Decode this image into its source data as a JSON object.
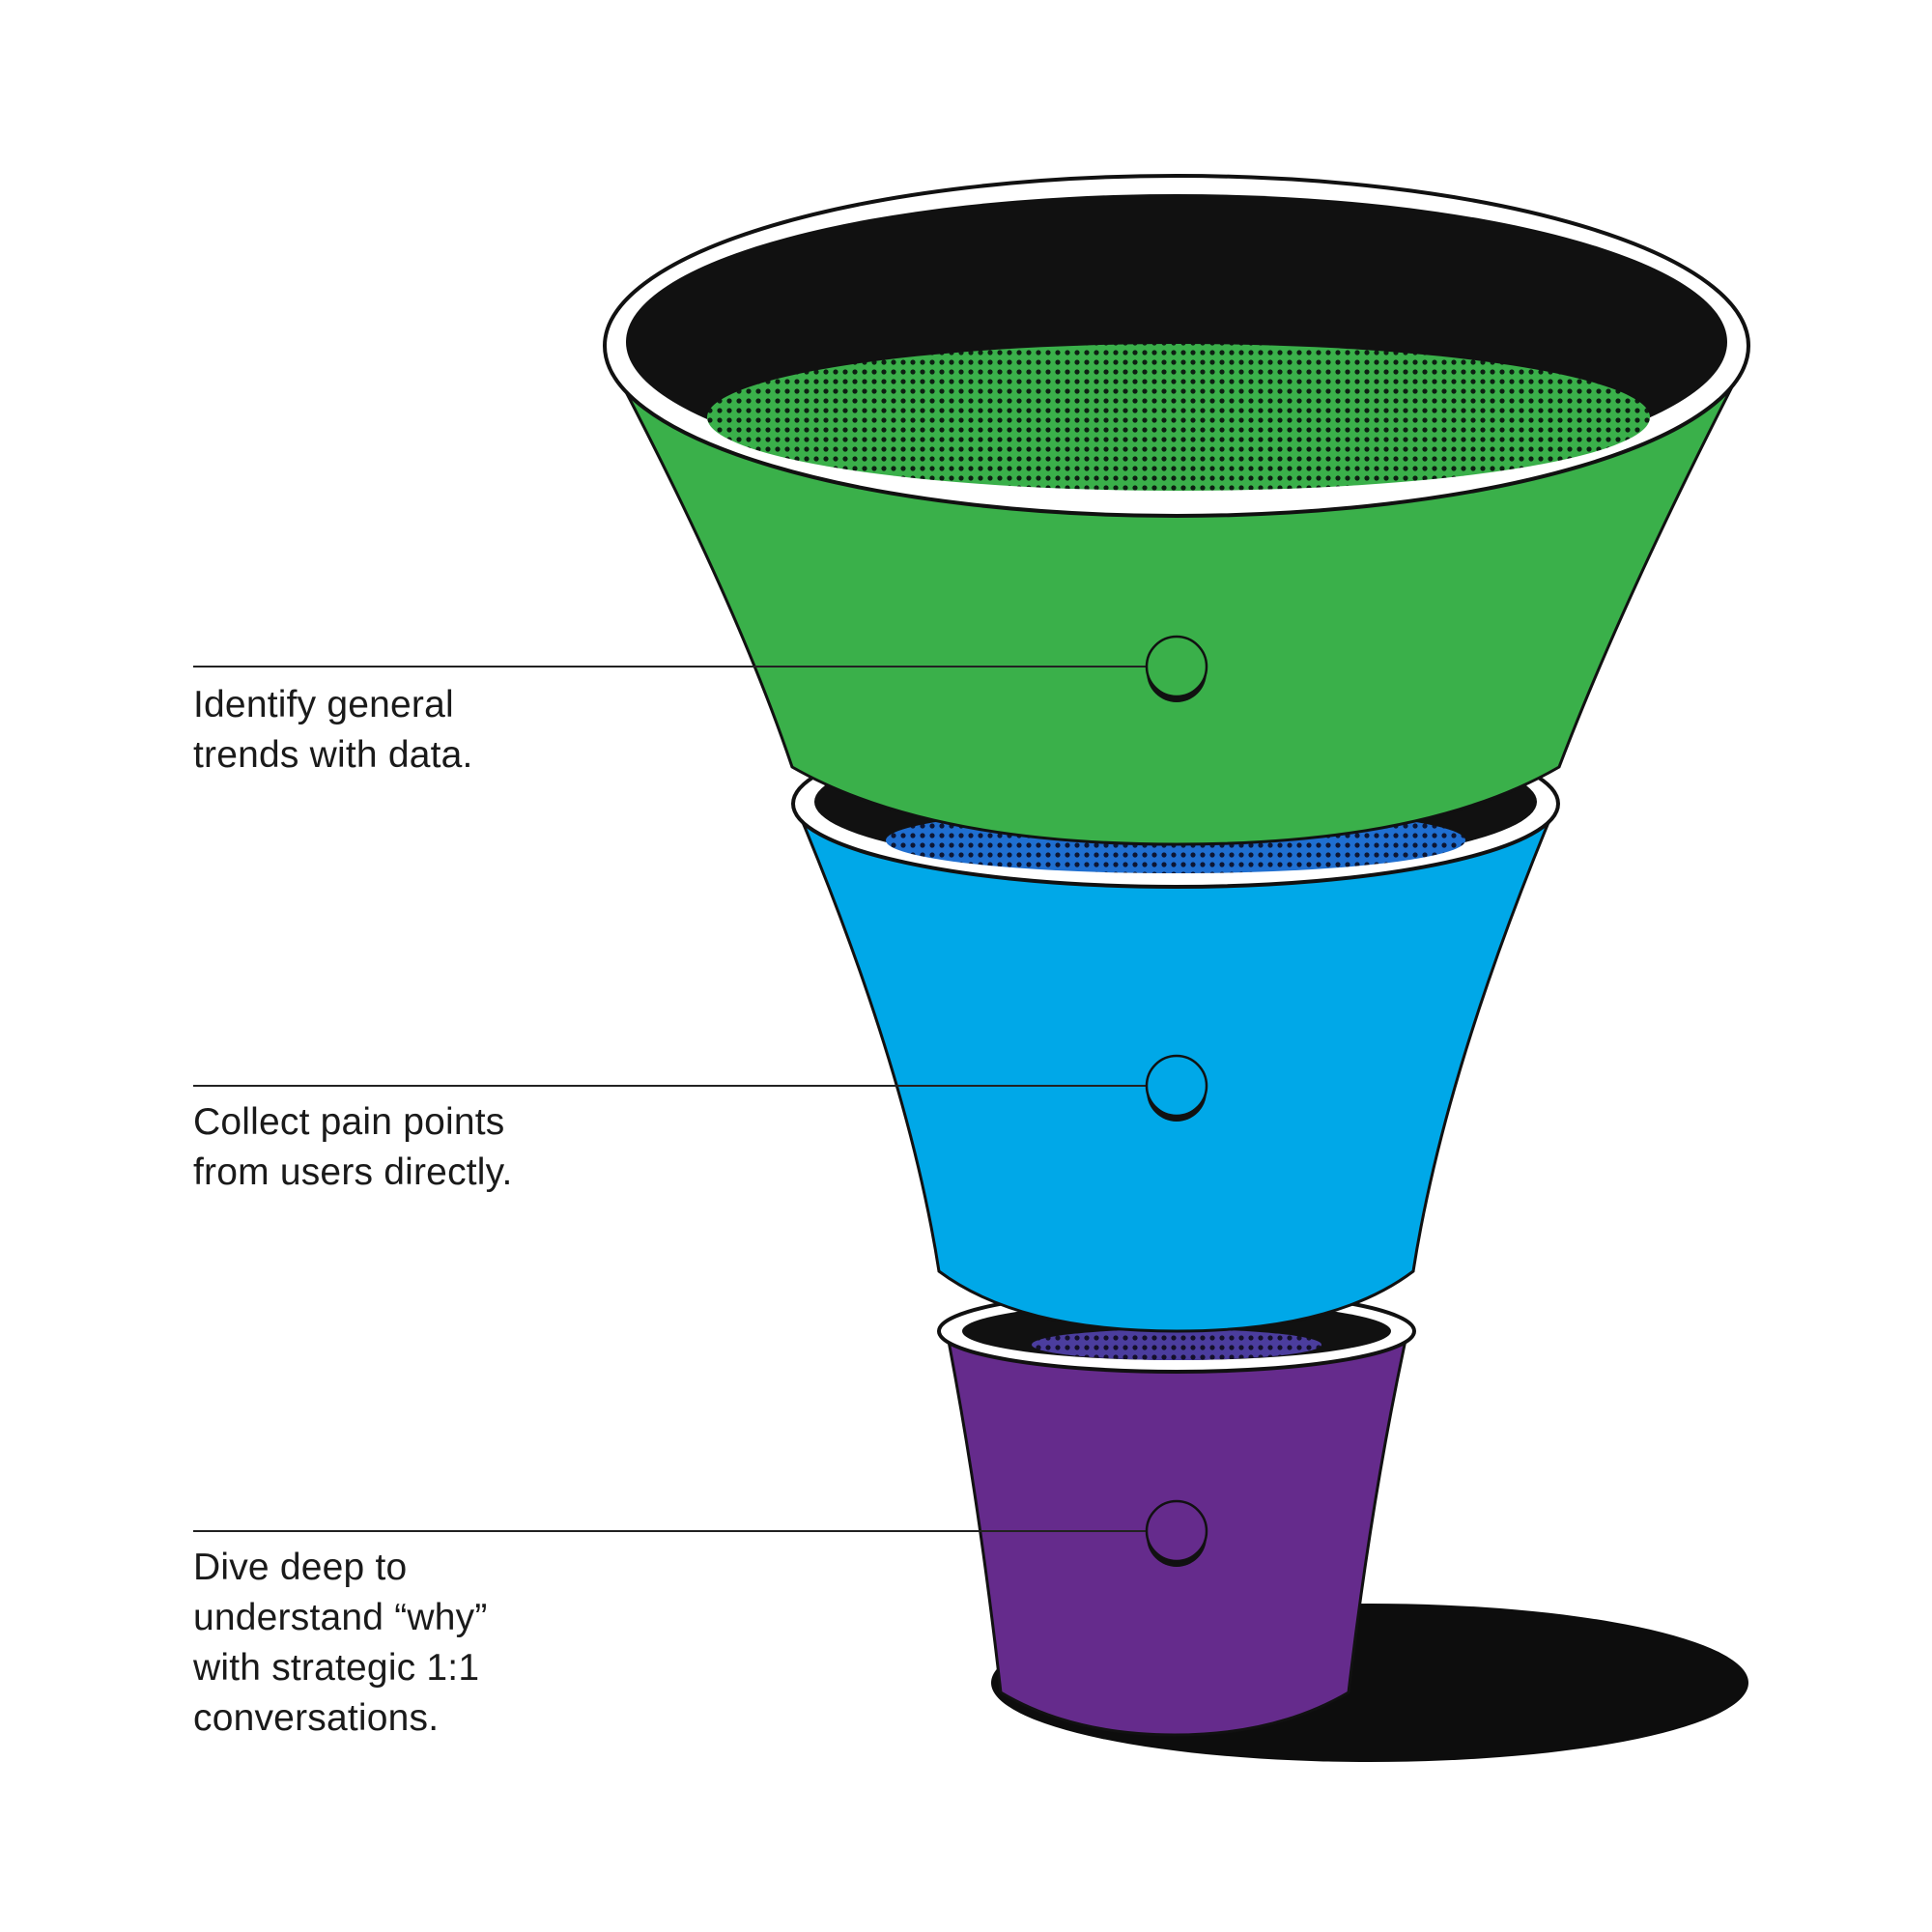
{
  "stages": [
    {
      "name": "data-trends",
      "lines": [
        "Identify general",
        "trends with data."
      ],
      "color": "#3ab04a",
      "liquid_color": "#0b5a2e"
    },
    {
      "name": "pain-points",
      "lines": [
        "Collect pain points",
        "from users directly."
      ],
      "color": "#00a8e8",
      "liquid_color": "#0b3f8f"
    },
    {
      "name": "deep-dive",
      "lines": [
        "Dive deep to",
        "understand “why”",
        "with strategic 1:1",
        "conversations."
      ],
      "color": "#652b8c",
      "liquid_color": "#2a1f5a"
    }
  ],
  "colors": {
    "outline": "#111111",
    "rim": "#ffffff",
    "interior": "#111111",
    "shadow": "#0d0d0d",
    "leader_line": "#222222"
  }
}
